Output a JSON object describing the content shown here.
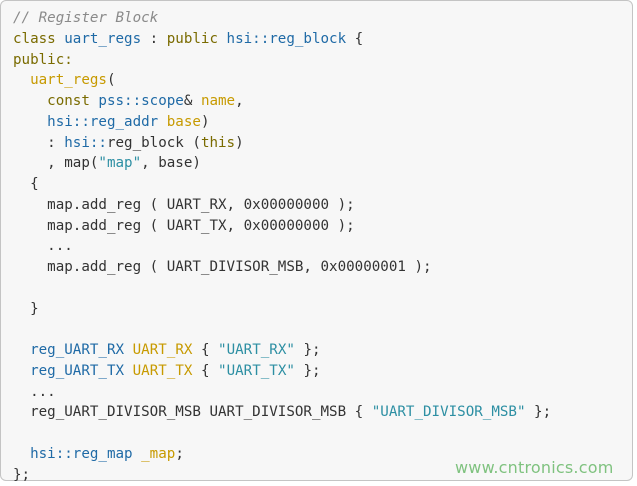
{
  "code": {
    "lines": [
      [
        {
          "t": "// Register Block",
          "c": "comment"
        }
      ],
      [
        {
          "t": "class ",
          "c": "kw"
        },
        {
          "t": "uart_regs",
          "c": "ty"
        },
        {
          "t": " : ",
          "c": "plain"
        },
        {
          "t": "public ",
          "c": "kw"
        },
        {
          "t": "hsi::reg_block",
          "c": "ty"
        },
        {
          "t": " {",
          "c": "plain"
        }
      ],
      [
        {
          "t": "public:",
          "c": "kw"
        }
      ],
      [
        {
          "t": "  ",
          "c": "plain"
        },
        {
          "t": "uart_regs",
          "c": "id"
        },
        {
          "t": "(",
          "c": "plain"
        }
      ],
      [
        {
          "t": "    ",
          "c": "plain"
        },
        {
          "t": "const ",
          "c": "kw"
        },
        {
          "t": "pss::scope",
          "c": "ty"
        },
        {
          "t": "& ",
          "c": "plain"
        },
        {
          "t": "name",
          "c": "id"
        },
        {
          "t": ",",
          "c": "plain"
        }
      ],
      [
        {
          "t": "    ",
          "c": "plain"
        },
        {
          "t": "hsi::reg_addr",
          "c": "ty"
        },
        {
          "t": " ",
          "c": "plain"
        },
        {
          "t": "base",
          "c": "id"
        },
        {
          "t": ")",
          "c": "plain"
        }
      ],
      [
        {
          "t": "    : ",
          "c": "plain"
        },
        {
          "t": "hsi::",
          "c": "ty"
        },
        {
          "t": "reg_block (",
          "c": "plain"
        },
        {
          "t": "this",
          "c": "kw"
        },
        {
          "t": ")",
          "c": "plain"
        }
      ],
      [
        {
          "t": "    , map(",
          "c": "plain"
        },
        {
          "t": "\"map\"",
          "c": "str"
        },
        {
          "t": ", base)",
          "c": "plain"
        }
      ],
      [
        {
          "t": "  {",
          "c": "plain"
        }
      ],
      [
        {
          "t": "    map.add_reg ( UART_RX, 0x00000000 );",
          "c": "plain"
        }
      ],
      [
        {
          "t": "    map.add_reg ( UART_TX, 0x00000000 );",
          "c": "plain"
        }
      ],
      [
        {
          "t": "    ...",
          "c": "plain"
        }
      ],
      [
        {
          "t": "    map.add_reg ( UART_DIVISOR_MSB, 0x00000001 );",
          "c": "plain"
        }
      ],
      [
        {
          "t": "",
          "c": "plain"
        }
      ],
      [
        {
          "t": "  }",
          "c": "plain"
        }
      ],
      [
        {
          "t": "",
          "c": "plain"
        }
      ],
      [
        {
          "t": "  ",
          "c": "plain"
        },
        {
          "t": "reg_UART_RX",
          "c": "ty"
        },
        {
          "t": " ",
          "c": "plain"
        },
        {
          "t": "UART_RX",
          "c": "id"
        },
        {
          "t": " { ",
          "c": "plain"
        },
        {
          "t": "\"UART_RX\"",
          "c": "str"
        },
        {
          "t": " };",
          "c": "plain"
        }
      ],
      [
        {
          "t": "  ",
          "c": "plain"
        },
        {
          "t": "reg_UART_TX",
          "c": "ty"
        },
        {
          "t": " ",
          "c": "plain"
        },
        {
          "t": "UART_TX",
          "c": "id"
        },
        {
          "t": " { ",
          "c": "plain"
        },
        {
          "t": "\"UART_TX\"",
          "c": "str"
        },
        {
          "t": " };",
          "c": "plain"
        }
      ],
      [
        {
          "t": "  ...",
          "c": "plain"
        }
      ],
      [
        {
          "t": "  reg_UART_DIVISOR_MSB UART_DIVISOR_MSB { ",
          "c": "plain"
        },
        {
          "t": "\"UART_DIVISOR_MSB\"",
          "c": "str"
        },
        {
          "t": " };",
          "c": "plain"
        }
      ],
      [
        {
          "t": "",
          "c": "plain"
        }
      ],
      [
        {
          "t": "  ",
          "c": "plain"
        },
        {
          "t": "hsi::reg_map",
          "c": "ty"
        },
        {
          "t": " ",
          "c": "plain"
        },
        {
          "t": "_map",
          "c": "id"
        },
        {
          "t": ";",
          "c": "plain"
        }
      ],
      [
        {
          "t": "};",
          "c": "plain"
        }
      ]
    ]
  },
  "watermark": {
    "text": "www.cntronics.com"
  }
}
